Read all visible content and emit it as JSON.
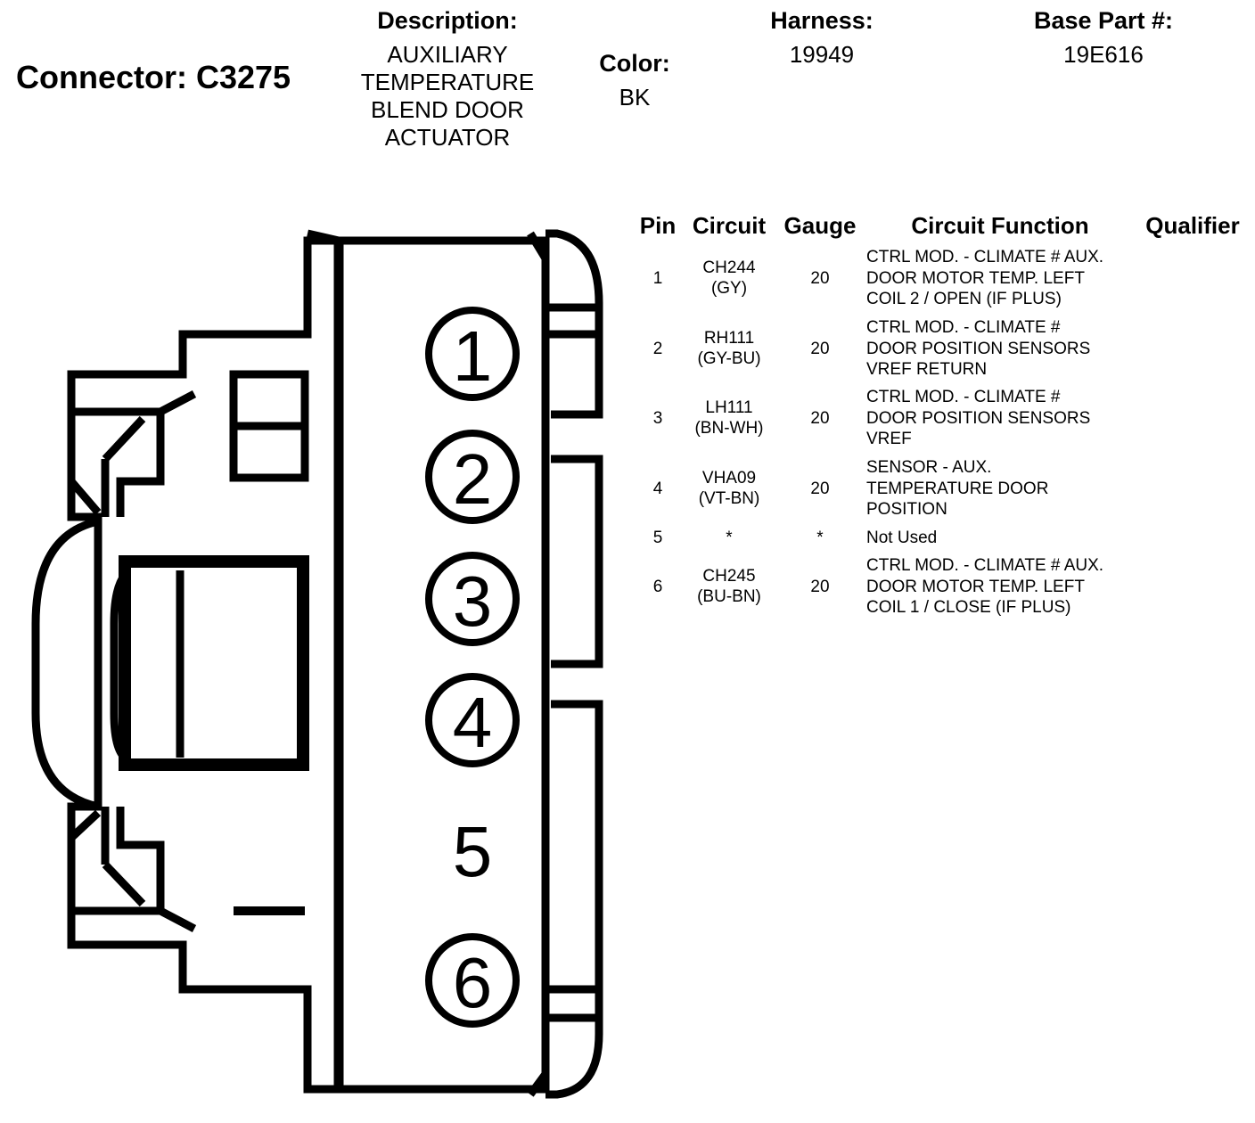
{
  "header": {
    "connector_title": "Connector: C3275",
    "description_label": "Description:",
    "description_lines": [
      "AUXILIARY",
      "TEMPERATURE",
      "BLEND DOOR",
      "ACTUATOR"
    ],
    "color_label": "Color:",
    "color_value": "BK",
    "harness_label": "Harness:",
    "harness_value": "19949",
    "base_part_label": "Base Part #:",
    "base_part_value": "19E616"
  },
  "diagram": {
    "cavity_numbers": [
      "1",
      "2",
      "3",
      "4",
      "5",
      "6"
    ]
  },
  "table": {
    "columns": [
      "Pin",
      "Circuit",
      "Gauge",
      "Circuit Function",
      "Qualifier"
    ],
    "rows": [
      {
        "pin": "1",
        "circuit": [
          "CH244",
          "(GY)"
        ],
        "gauge": "20",
        "function": [
          "CTRL MOD. - CLIMATE # AUX.",
          "DOOR MOTOR TEMP. LEFT",
          "COIL 2 / OPEN (IF PLUS)"
        ],
        "qualifier": ""
      },
      {
        "pin": "2",
        "circuit": [
          "RH111",
          "(GY-BU)"
        ],
        "gauge": "20",
        "function": [
          "CTRL MOD. - CLIMATE #",
          "DOOR POSITION SENSORS",
          "VREF RETURN"
        ],
        "qualifier": ""
      },
      {
        "pin": "3",
        "circuit": [
          "LH111",
          "(BN-WH)"
        ],
        "gauge": "20",
        "function": [
          "CTRL MOD. - CLIMATE #",
          "DOOR POSITION SENSORS",
          "VREF"
        ],
        "qualifier": ""
      },
      {
        "pin": "4",
        "circuit": [
          "VHA09",
          "(VT-BN)"
        ],
        "gauge": "20",
        "function": [
          "SENSOR - AUX.",
          "TEMPERATURE DOOR",
          "POSITION"
        ],
        "qualifier": ""
      },
      {
        "pin": "5",
        "circuit": [
          "*"
        ],
        "gauge": "*",
        "function": [
          "Not Used"
        ],
        "qualifier": ""
      },
      {
        "pin": "6",
        "circuit": [
          "CH245",
          "(BU-BN)"
        ],
        "gauge": "20",
        "function": [
          "CTRL MOD. - CLIMATE # AUX.",
          "DOOR MOTOR TEMP. LEFT",
          "COIL 1 / CLOSE (IF PLUS)"
        ],
        "qualifier": ""
      }
    ]
  }
}
